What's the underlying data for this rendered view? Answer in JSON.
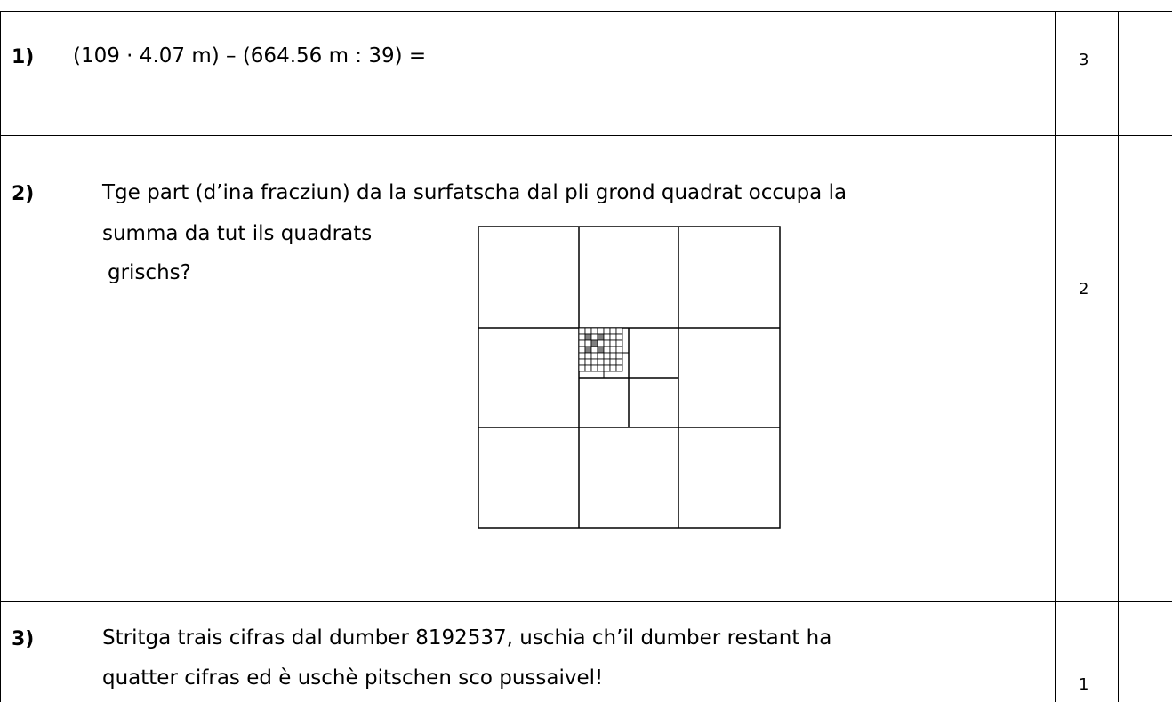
{
  "tasks": [
    {
      "number": "1)",
      "lines": [
        "(109 · 4.07 m) – (664.56 m : 39) ="
      ],
      "points": "3"
    },
    {
      "number": "2)",
      "lines": [
        "Tge part (d’ina fracziun) da la surfatscha dal pli grond quadrat occupa la",
        "summa da tut ils quadrats",
        "grischs?"
      ],
      "points": "2"
    },
    {
      "number": "3)",
      "lines": [
        "Stritga trais cifras dal dumber 8192537, uschia ch’il dumber restant ha",
        "quatter cifras ed è uschè pitschen sco pussaivel!"
      ],
      "points": "1"
    }
  ],
  "colors": {
    "line": "#000000",
    "shaded_square": "#808080"
  }
}
